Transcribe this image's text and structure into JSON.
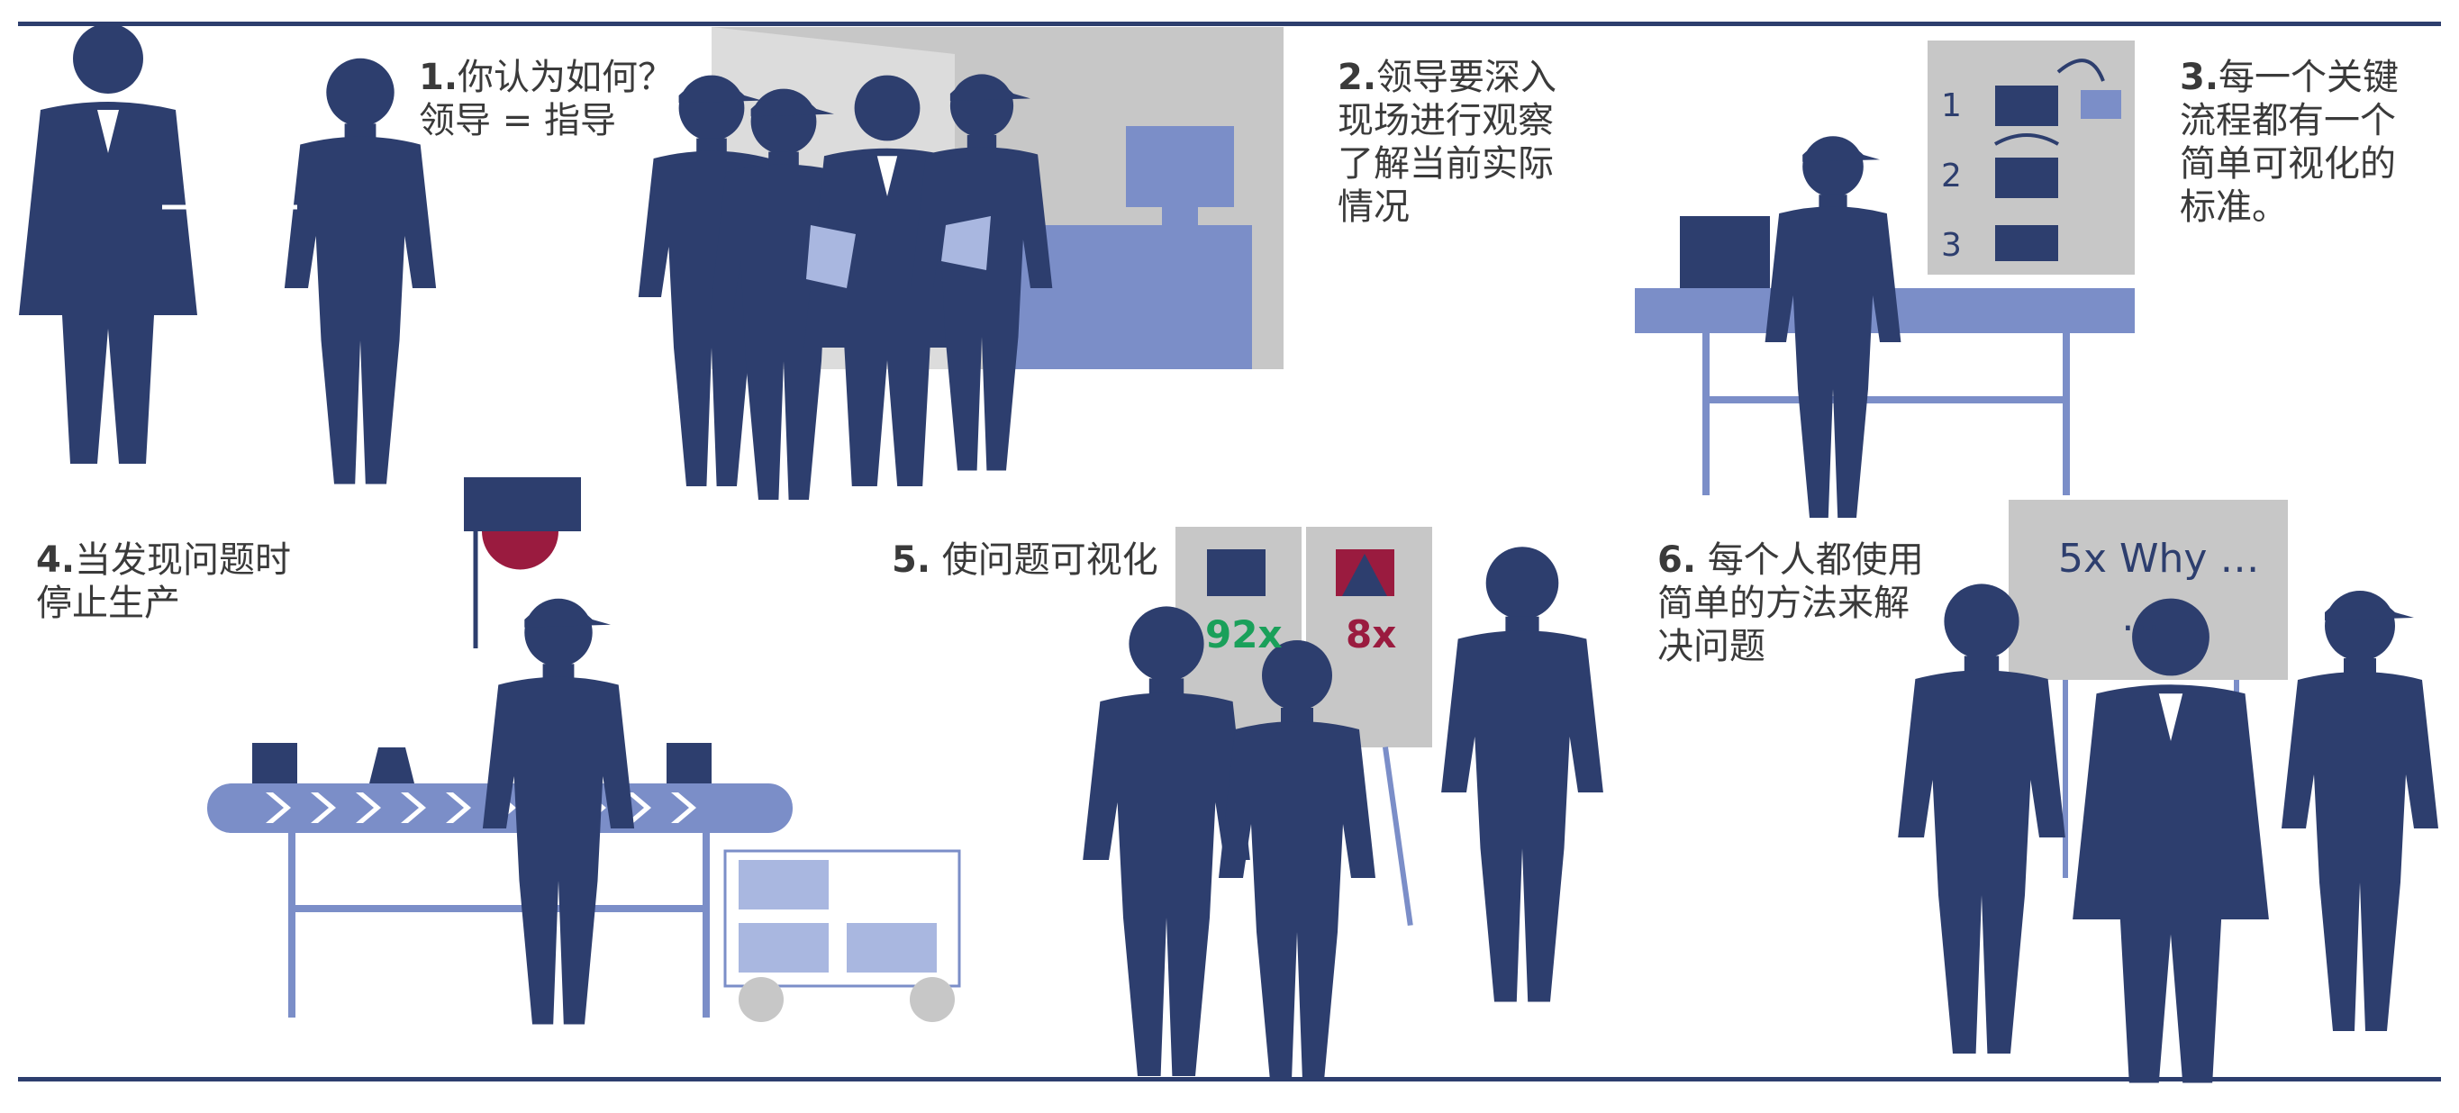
{
  "colors": {
    "navy": "#2d3e6e",
    "lightblue": "#7b8ec8",
    "gray": "#c7c7c7",
    "green": "#1aa05a",
    "crimson": "#9a1b3f",
    "text": "#3a3a3a"
  },
  "panels": [
    {
      "num": "1.",
      "text": "你认为如何？\n领导 = 指导"
    },
    {
      "num": "2.",
      "text": "领导要深入\n现场进行观察\n了解当前实际\n情况"
    },
    {
      "num": "3.",
      "text": "每一个关键\n流程都有一个\n简单可视化的\n标准。"
    },
    {
      "num": "4.",
      "text": "当发现问题时\n停止生产"
    },
    {
      "num": "5.",
      "text": "使问题可视化"
    },
    {
      "num": "6.",
      "text": "每个人都使用\n简单的方法来解\n决问题"
    }
  ],
  "standard_steps": [
    "1",
    "2",
    "3"
  ],
  "board_stats": {
    "left": "92x",
    "right": "8x"
  },
  "why_board": {
    "line1": "5x Why …",
    "line2": "…"
  },
  "icons": [
    "person-silhouette-icon",
    "andon-light-icon",
    "conveyor-icon",
    "cart-icon",
    "monitor-icon",
    "box-icon"
  ]
}
